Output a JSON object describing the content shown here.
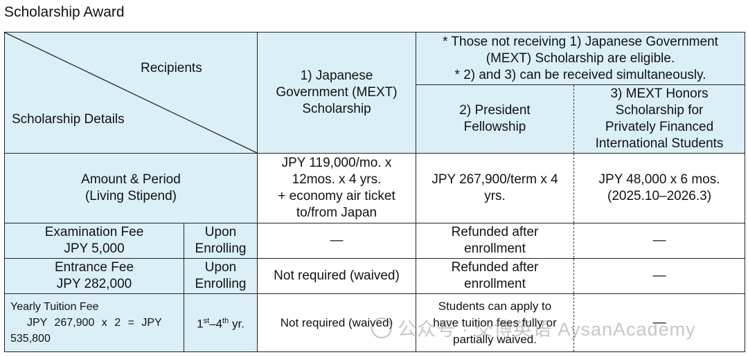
{
  "title": "Scholarship Award",
  "header": {
    "recipients": "Recipients",
    "details": "Scholarship Details",
    "mext": [
      "1) Japanese",
      "Government (MEXT)",
      "Scholarship"
    ],
    "note": [
      "* Those not receiving 1) Japanese Government",
      "(MEXT) Scholarship are eligible.",
      "* 2) and 3) can be received simultaneously."
    ],
    "president": [
      "2) President",
      "Fellowship"
    ],
    "honors": [
      "3) MEXT Honors",
      "Scholarship for",
      "Privately Financed",
      "International Students"
    ]
  },
  "rows": {
    "amount": {
      "label": [
        "Amount & Period",
        "(Living Stipend)"
      ],
      "mext": [
        "JPY 119,000/mo. x",
        "12mos. x 4 yrs.",
        "+ economy air ticket",
        "to/from Japan"
      ],
      "president": [
        "JPY 267,900/term x 4",
        "yrs."
      ],
      "honors": [
        "JPY 48,000 x 6 mos.",
        "(2025.10–2026.3)"
      ]
    },
    "exam": {
      "label": [
        "Examination Fee",
        "JPY 5,000"
      ],
      "timing": [
        "Upon",
        "Enrolling"
      ],
      "mext": "—",
      "president": [
        "Refunded after",
        "enrollment"
      ],
      "honors": "—"
    },
    "entrance": {
      "label": [
        "Entrance Fee",
        "JPY 282,000"
      ],
      "timing": [
        "Upon",
        "Enrolling"
      ],
      "mext": "Not required (waived)",
      "president": [
        "Refunded after",
        "enrollment"
      ],
      "honors": "—"
    },
    "tuition": {
      "label": "Yearly Tuition Fee",
      "amount": "JPY 267,900 x 2 = JPY",
      "amount2": "535,800",
      "timing_pre": "1",
      "timing_sup1": "st",
      "timing_mid": "–4",
      "timing_sup2": "th",
      "timing_post": " yr.",
      "mext": "Not required (waived)",
      "president": [
        "Students can apply to",
        "have tuition fees fully or",
        "partially waived."
      ],
      "honors": "—"
    }
  },
  "watermark": "公众号 · 交博英语 AysanAcademy"
}
